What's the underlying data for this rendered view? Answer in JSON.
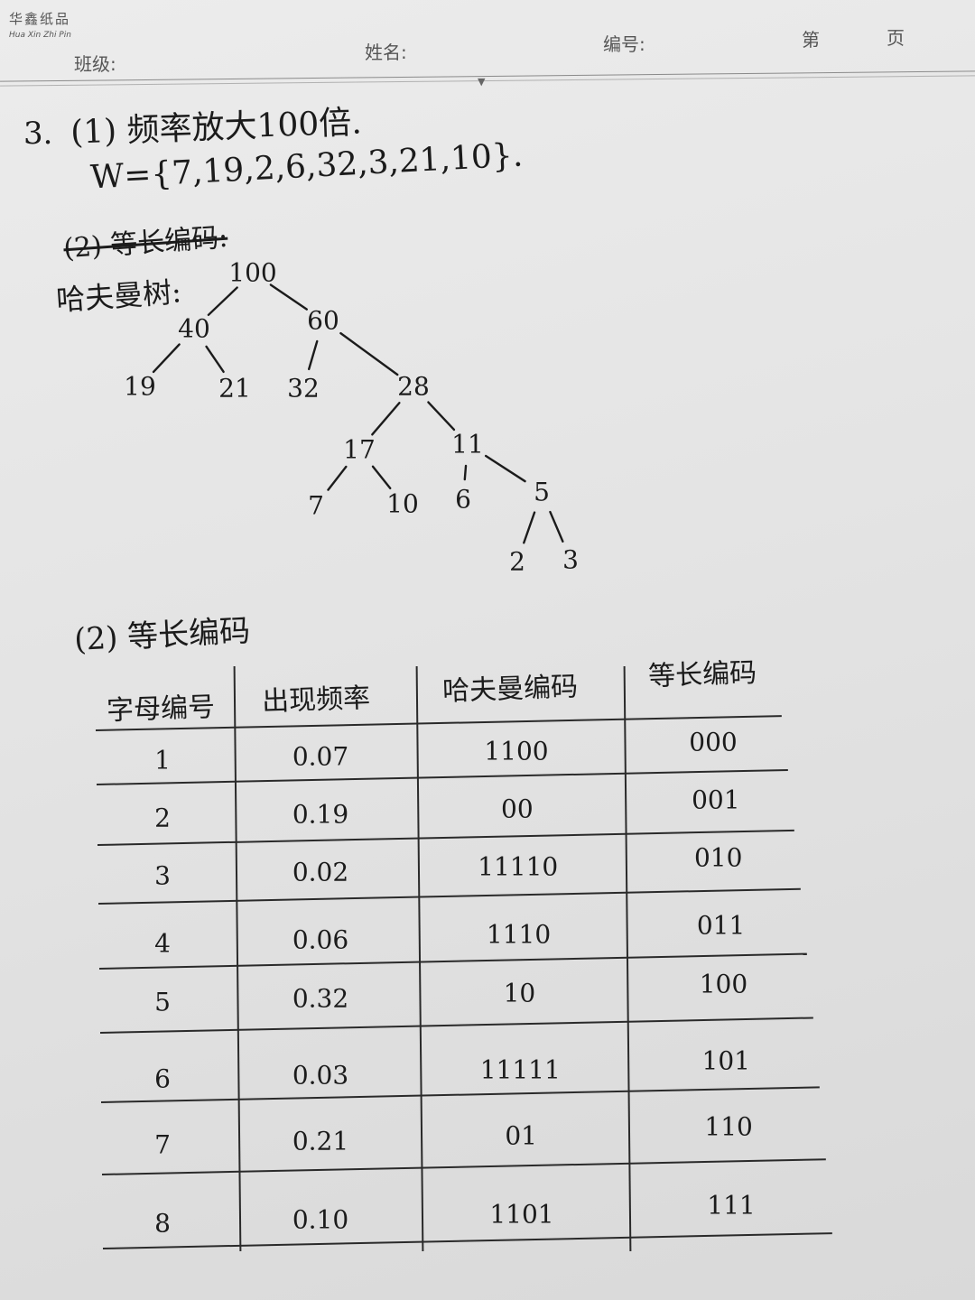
{
  "header": {
    "brand_cn": "华鑫纸品",
    "brand_pinyin": "Hua Xin Zhi Pin",
    "class_label": "班级:",
    "name_label": "姓名:",
    "number_label": "编号:",
    "page_prefix": "第",
    "page_suffix": "页",
    "marker": "▼"
  },
  "content": {
    "question_no": "3.",
    "part1": "(1) 频率放大100倍.",
    "weights": "W={7,19,2,6,32,3,21,10}.",
    "struck_label": "(2) 等长编码:",
    "tree_label": "哈夫曼树:",
    "part2": "(2) 等长编码"
  },
  "tree": {
    "nodes": [
      {
        "id": "n100",
        "label": "100"
      },
      {
        "id": "n40",
        "label": "40"
      },
      {
        "id": "n60",
        "label": "60"
      },
      {
        "id": "n19",
        "label": "19"
      },
      {
        "id": "n21",
        "label": "21"
      },
      {
        "id": "n32",
        "label": "32"
      },
      {
        "id": "n28",
        "label": "28"
      },
      {
        "id": "n17",
        "label": "17"
      },
      {
        "id": "n11",
        "label": "11"
      },
      {
        "id": "n7",
        "label": "7"
      },
      {
        "id": "n10",
        "label": "10"
      },
      {
        "id": "n6",
        "label": "6"
      },
      {
        "id": "n5",
        "label": "5"
      },
      {
        "id": "n2",
        "label": "2"
      },
      {
        "id": "n3",
        "label": "3"
      }
    ],
    "edges": [
      [
        "n100",
        "n40"
      ],
      [
        "n100",
        "n60"
      ],
      [
        "n40",
        "n19"
      ],
      [
        "n40",
        "n21"
      ],
      [
        "n60",
        "n32"
      ],
      [
        "n60",
        "n28"
      ],
      [
        "n28",
        "n17"
      ],
      [
        "n28",
        "n11"
      ],
      [
        "n17",
        "n7"
      ],
      [
        "n17",
        "n10"
      ],
      [
        "n11",
        "n6"
      ],
      [
        "n11",
        "n5"
      ],
      [
        "n5",
        "n2"
      ],
      [
        "n5",
        "n3"
      ]
    ]
  },
  "table": {
    "headers": [
      "字母编号",
      "出现频率",
      "哈夫曼编码",
      "等长编码"
    ],
    "rows": [
      [
        "1",
        "0.07",
        "1100",
        "000"
      ],
      [
        "2",
        "0.19",
        "00",
        "001"
      ],
      [
        "3",
        "0.02",
        "11110",
        "010"
      ],
      [
        "4",
        "0.06",
        "1110",
        "011"
      ],
      [
        "5",
        "0.32",
        "10",
        "100"
      ],
      [
        "6",
        "0.03",
        "11111",
        "101"
      ],
      [
        "7",
        "0.21",
        "01",
        "110"
      ],
      [
        "8",
        "0.10",
        "1101",
        "111"
      ]
    ]
  }
}
